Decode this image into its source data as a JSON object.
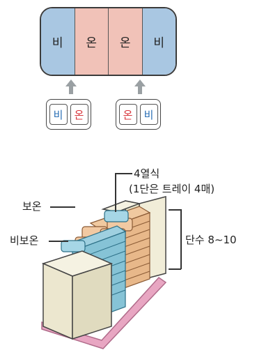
{
  "top_bar": {
    "segments": [
      "비",
      "온",
      "온",
      "비"
    ]
  },
  "pairs": [
    {
      "left": "비",
      "right": "온"
    },
    {
      "left": "온",
      "right": "비"
    }
  ],
  "labels": {
    "rows": "4열식",
    "trays": "(1단은 트레이 4매)",
    "warm": "보온",
    "cold": "비보온",
    "levels": "단수 8∼10"
  },
  "colors": {
    "cold_fill": "#a9c7e2",
    "warm_fill": "#f1c2b8",
    "cold_text": "#2a6fb5",
    "warm_text": "#d8353b"
  }
}
